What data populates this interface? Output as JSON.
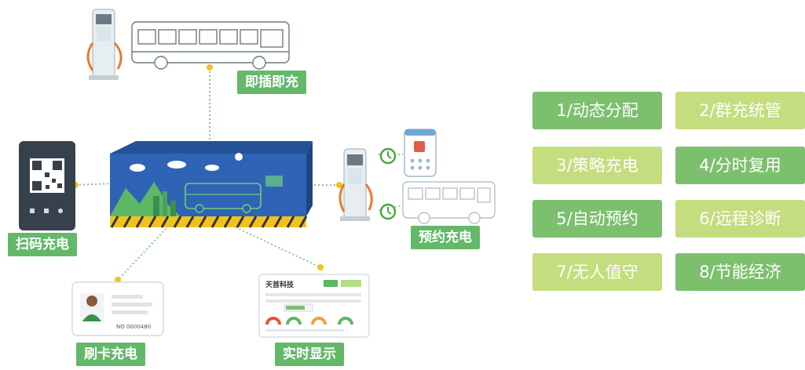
{
  "colors": {
    "accent_green": "#63b86a",
    "dark_green_tile": "#7cc06e",
    "light_green_tile": "#c4dd7e",
    "container_blue": "#2f63b5",
    "connector_yellow": "#f2c21c"
  },
  "labels": {
    "plug_and_charge": "即插即充",
    "scan_to_charge": "扫码充电",
    "card_to_charge": "刷卡充电",
    "realtime_display": "实时显示",
    "reservation_charge": "预约充电"
  },
  "card": {
    "number": "NO 0000480"
  },
  "dashboard": {
    "brand": "天首科技"
  },
  "features": [
    {
      "label": "1/动态分配",
      "style": "dark"
    },
    {
      "label": "2/群充统管",
      "style": "light"
    },
    {
      "label": "3/策略充电",
      "style": "light"
    },
    {
      "label": "4/分时复用",
      "style": "dark"
    },
    {
      "label": "5/自动预约",
      "style": "dark"
    },
    {
      "label": "6/远程诊断",
      "style": "light"
    },
    {
      "label": "7/无人值守",
      "style": "light"
    },
    {
      "label": "8/节能经济",
      "style": "dark"
    }
  ]
}
